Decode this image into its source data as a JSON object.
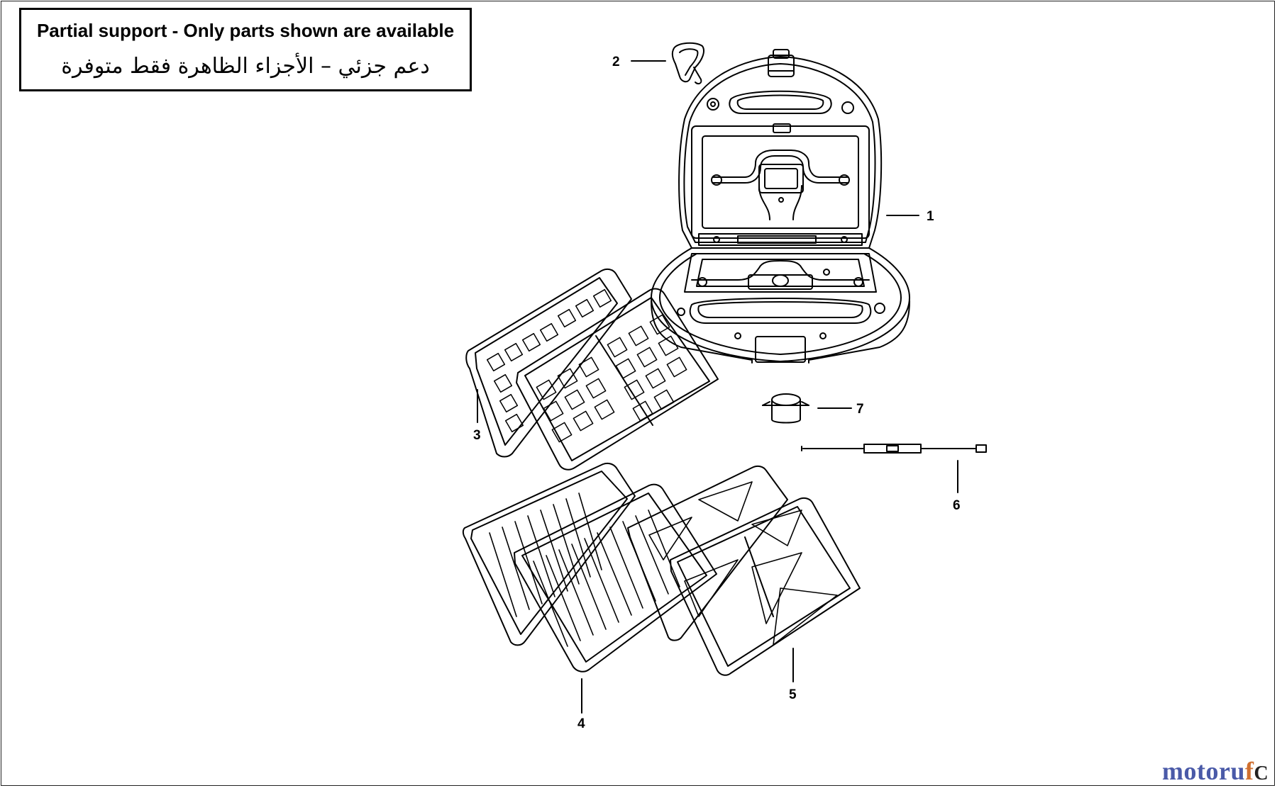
{
  "notice": {
    "english": "Partial support - Only parts shown are available",
    "arabic": "دعم جزئي – الأجزاء الظاهرة فقط متوفرة"
  },
  "callouts": {
    "c1": "1",
    "c2": "2",
    "c3": "3",
    "c4": "4",
    "c5": "5",
    "c6": "6",
    "c7": "7"
  },
  "watermark": {
    "part_a": "motoru",
    "part_b": "f",
    "mark": "C"
  },
  "colors": {
    "line": "#000000",
    "background": "#ffffff",
    "watermark_blue": "#4a5aa8",
    "watermark_orange": "#d07030"
  }
}
